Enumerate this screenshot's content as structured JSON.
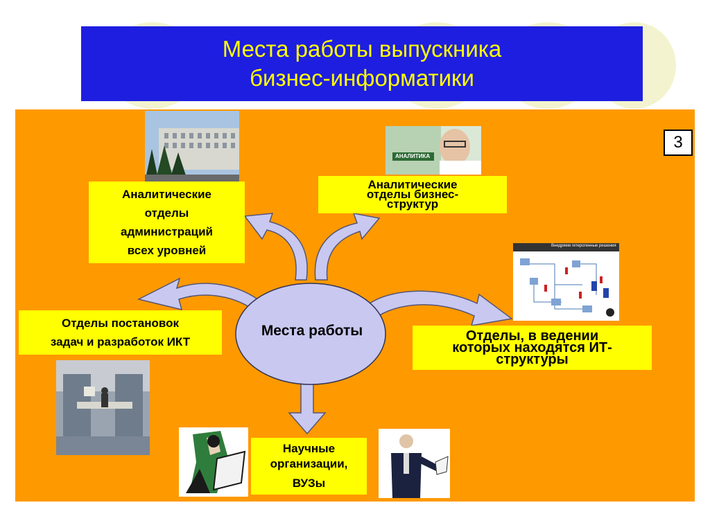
{
  "title": {
    "line1": "Места работы выпускника",
    "line2": "бизнес-информатики"
  },
  "slide_number": "3",
  "center": "Места работы",
  "destinations": {
    "admin": [
      "Аналитические",
      "отделы",
      "администраций",
      "всех уровней"
    ],
    "business": [
      "Аналитические",
      "отделы бизнес-",
      "структур"
    ],
    "ikt": [
      "Отделы постановок",
      "задач и разработок ИКТ"
    ],
    "it": [
      "Отделы, в ведении",
      "которых находятся ИТ-",
      "структуры"
    ],
    "science": [
      "Научные",
      "организации,",
      "ВУЗы"
    ]
  },
  "photo_captions": {
    "business_photo_text": "АНАЛИТИКА",
    "diagram_header": "Внедряем гетерогенные решения"
  },
  "colors": {
    "title_bg": "#1e1ee0",
    "title_text": "#ffff00",
    "main_bg": "#ff9900",
    "label_bg": "#ffff00",
    "ellipse_fill": "#c8c8f0",
    "arrow_fill": "#c8c8f0"
  }
}
